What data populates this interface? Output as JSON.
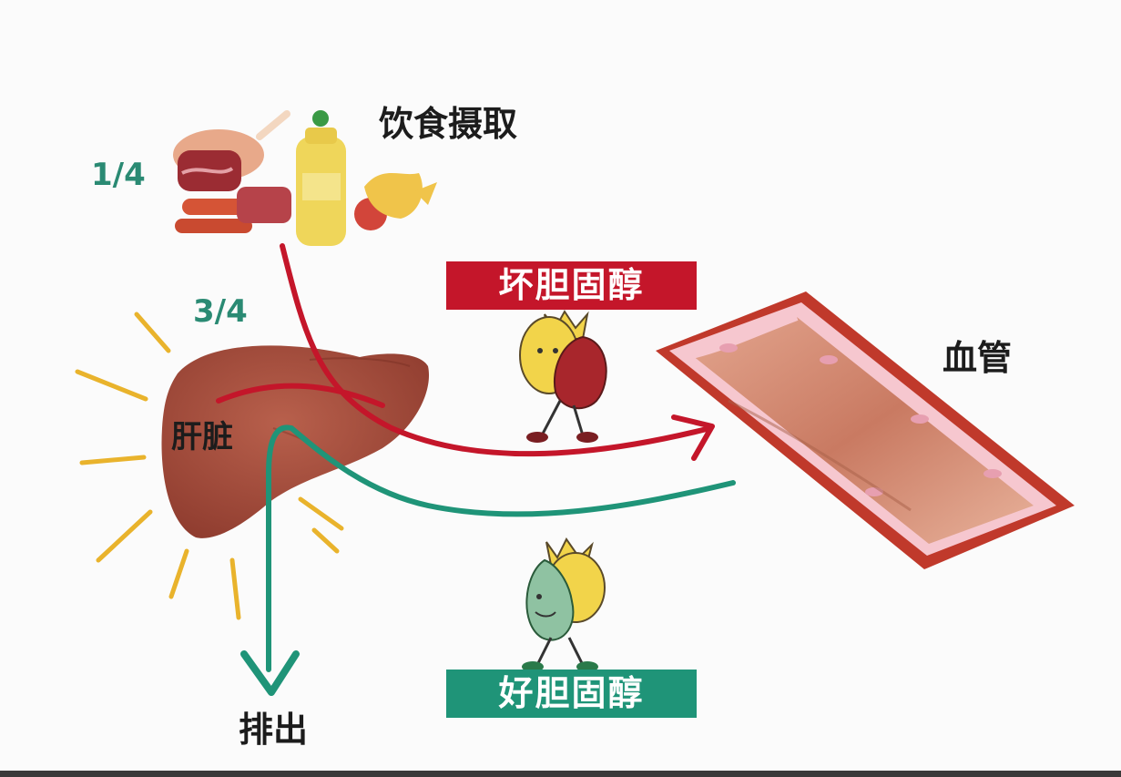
{
  "labels": {
    "food_intake": "饮食摄取",
    "diet_fraction": "1/4",
    "liver_fraction": "3/4",
    "liver": "肝脏",
    "blood_vessel": "血管",
    "excretion": "排出"
  },
  "banners": {
    "bad_cholesterol": "坏胆固醇",
    "good_cholesterol": "好胆固醇"
  },
  "colors": {
    "bad": "#c4162a",
    "good": "#1f9478",
    "liver": "#a8503f",
    "rays": "#e9b32c",
    "vessel_wall": "#c0392b",
    "vessel_lining": "#f6c7cf",
    "fraction_text": "#2a8a73"
  },
  "icons": [
    "food-items-icon",
    "liver-icon",
    "bad-cholesterol-mascot-icon",
    "good-cholesterol-mascot-icon",
    "blood-vessel-icon"
  ]
}
